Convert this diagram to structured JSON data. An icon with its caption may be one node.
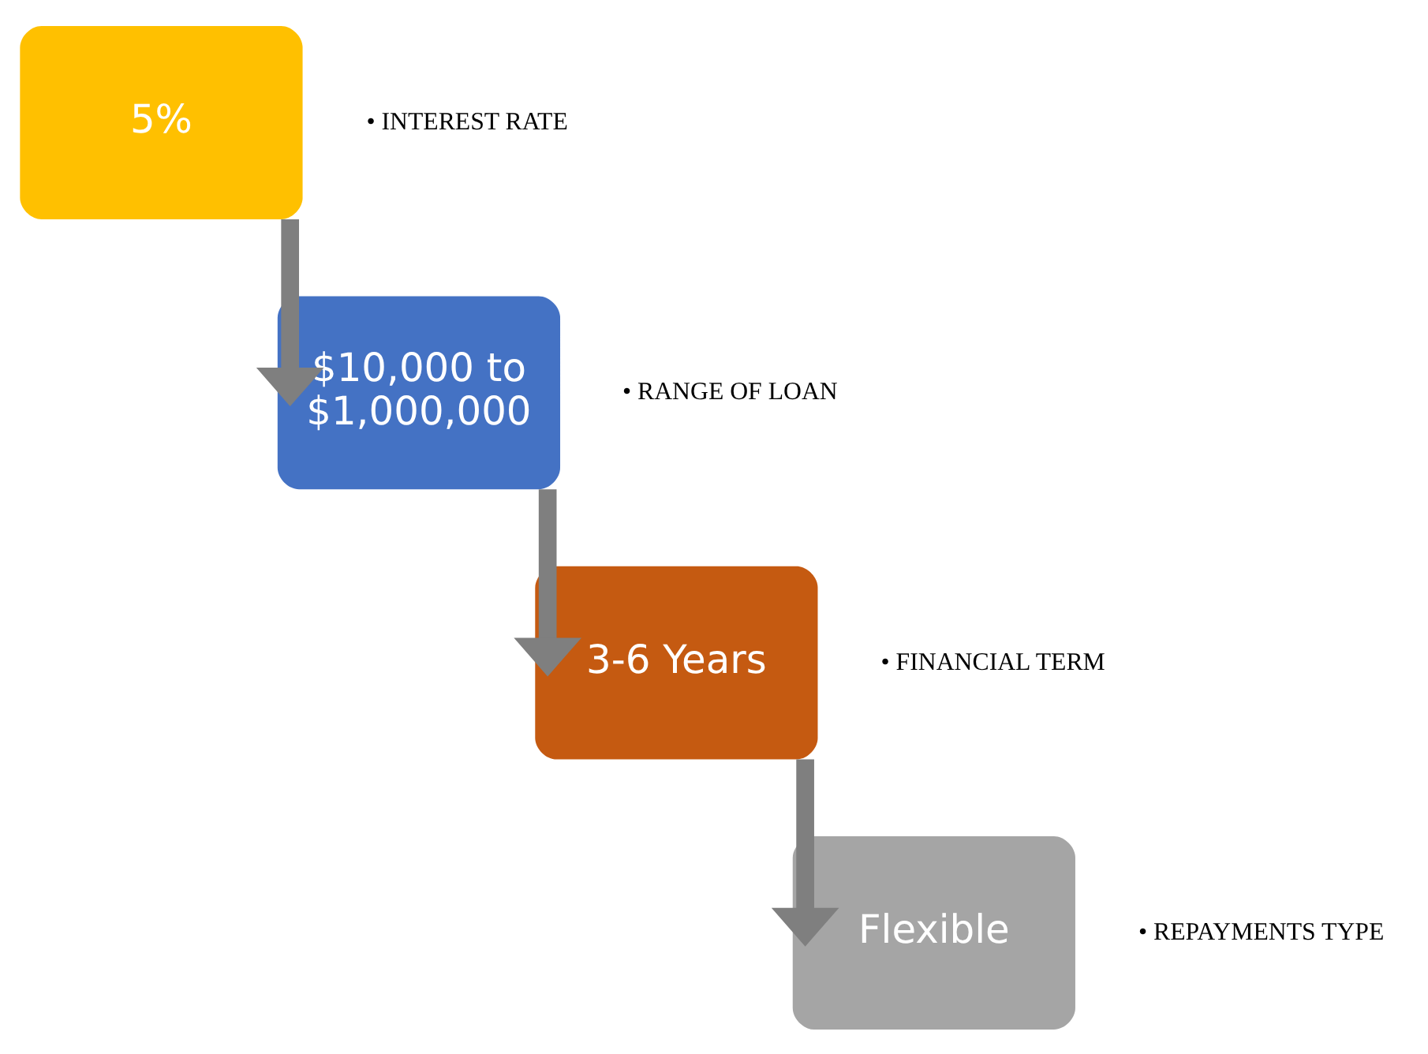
{
  "diagram": {
    "nodes": [
      {
        "text": [
          "5%"
        ],
        "beside": [
          "• INTEREST RATE"
        ]
      },
      {
        "text": [
          "$10,000 to $1,000,000"
        ],
        "beside": [
          "• RANGE OF LOAN"
        ]
      },
      {
        "text": [
          "3-6 Years"
        ],
        "beside": [
          "• FINANCIAL TERM"
        ]
      },
      {
        "text": [
          "Flexible"
        ],
        "beside": [
          "• REPAYMENTS TYPE"
        ]
      }
    ],
    "edges": [
      {
        "from": 0,
        "to": 1,
        "arrow": "to"
      },
      {
        "from": 1,
        "to": 2,
        "arrow": "to"
      },
      {
        "from": 2,
        "to": 3,
        "arrow": "to"
      }
    ]
  }
}
